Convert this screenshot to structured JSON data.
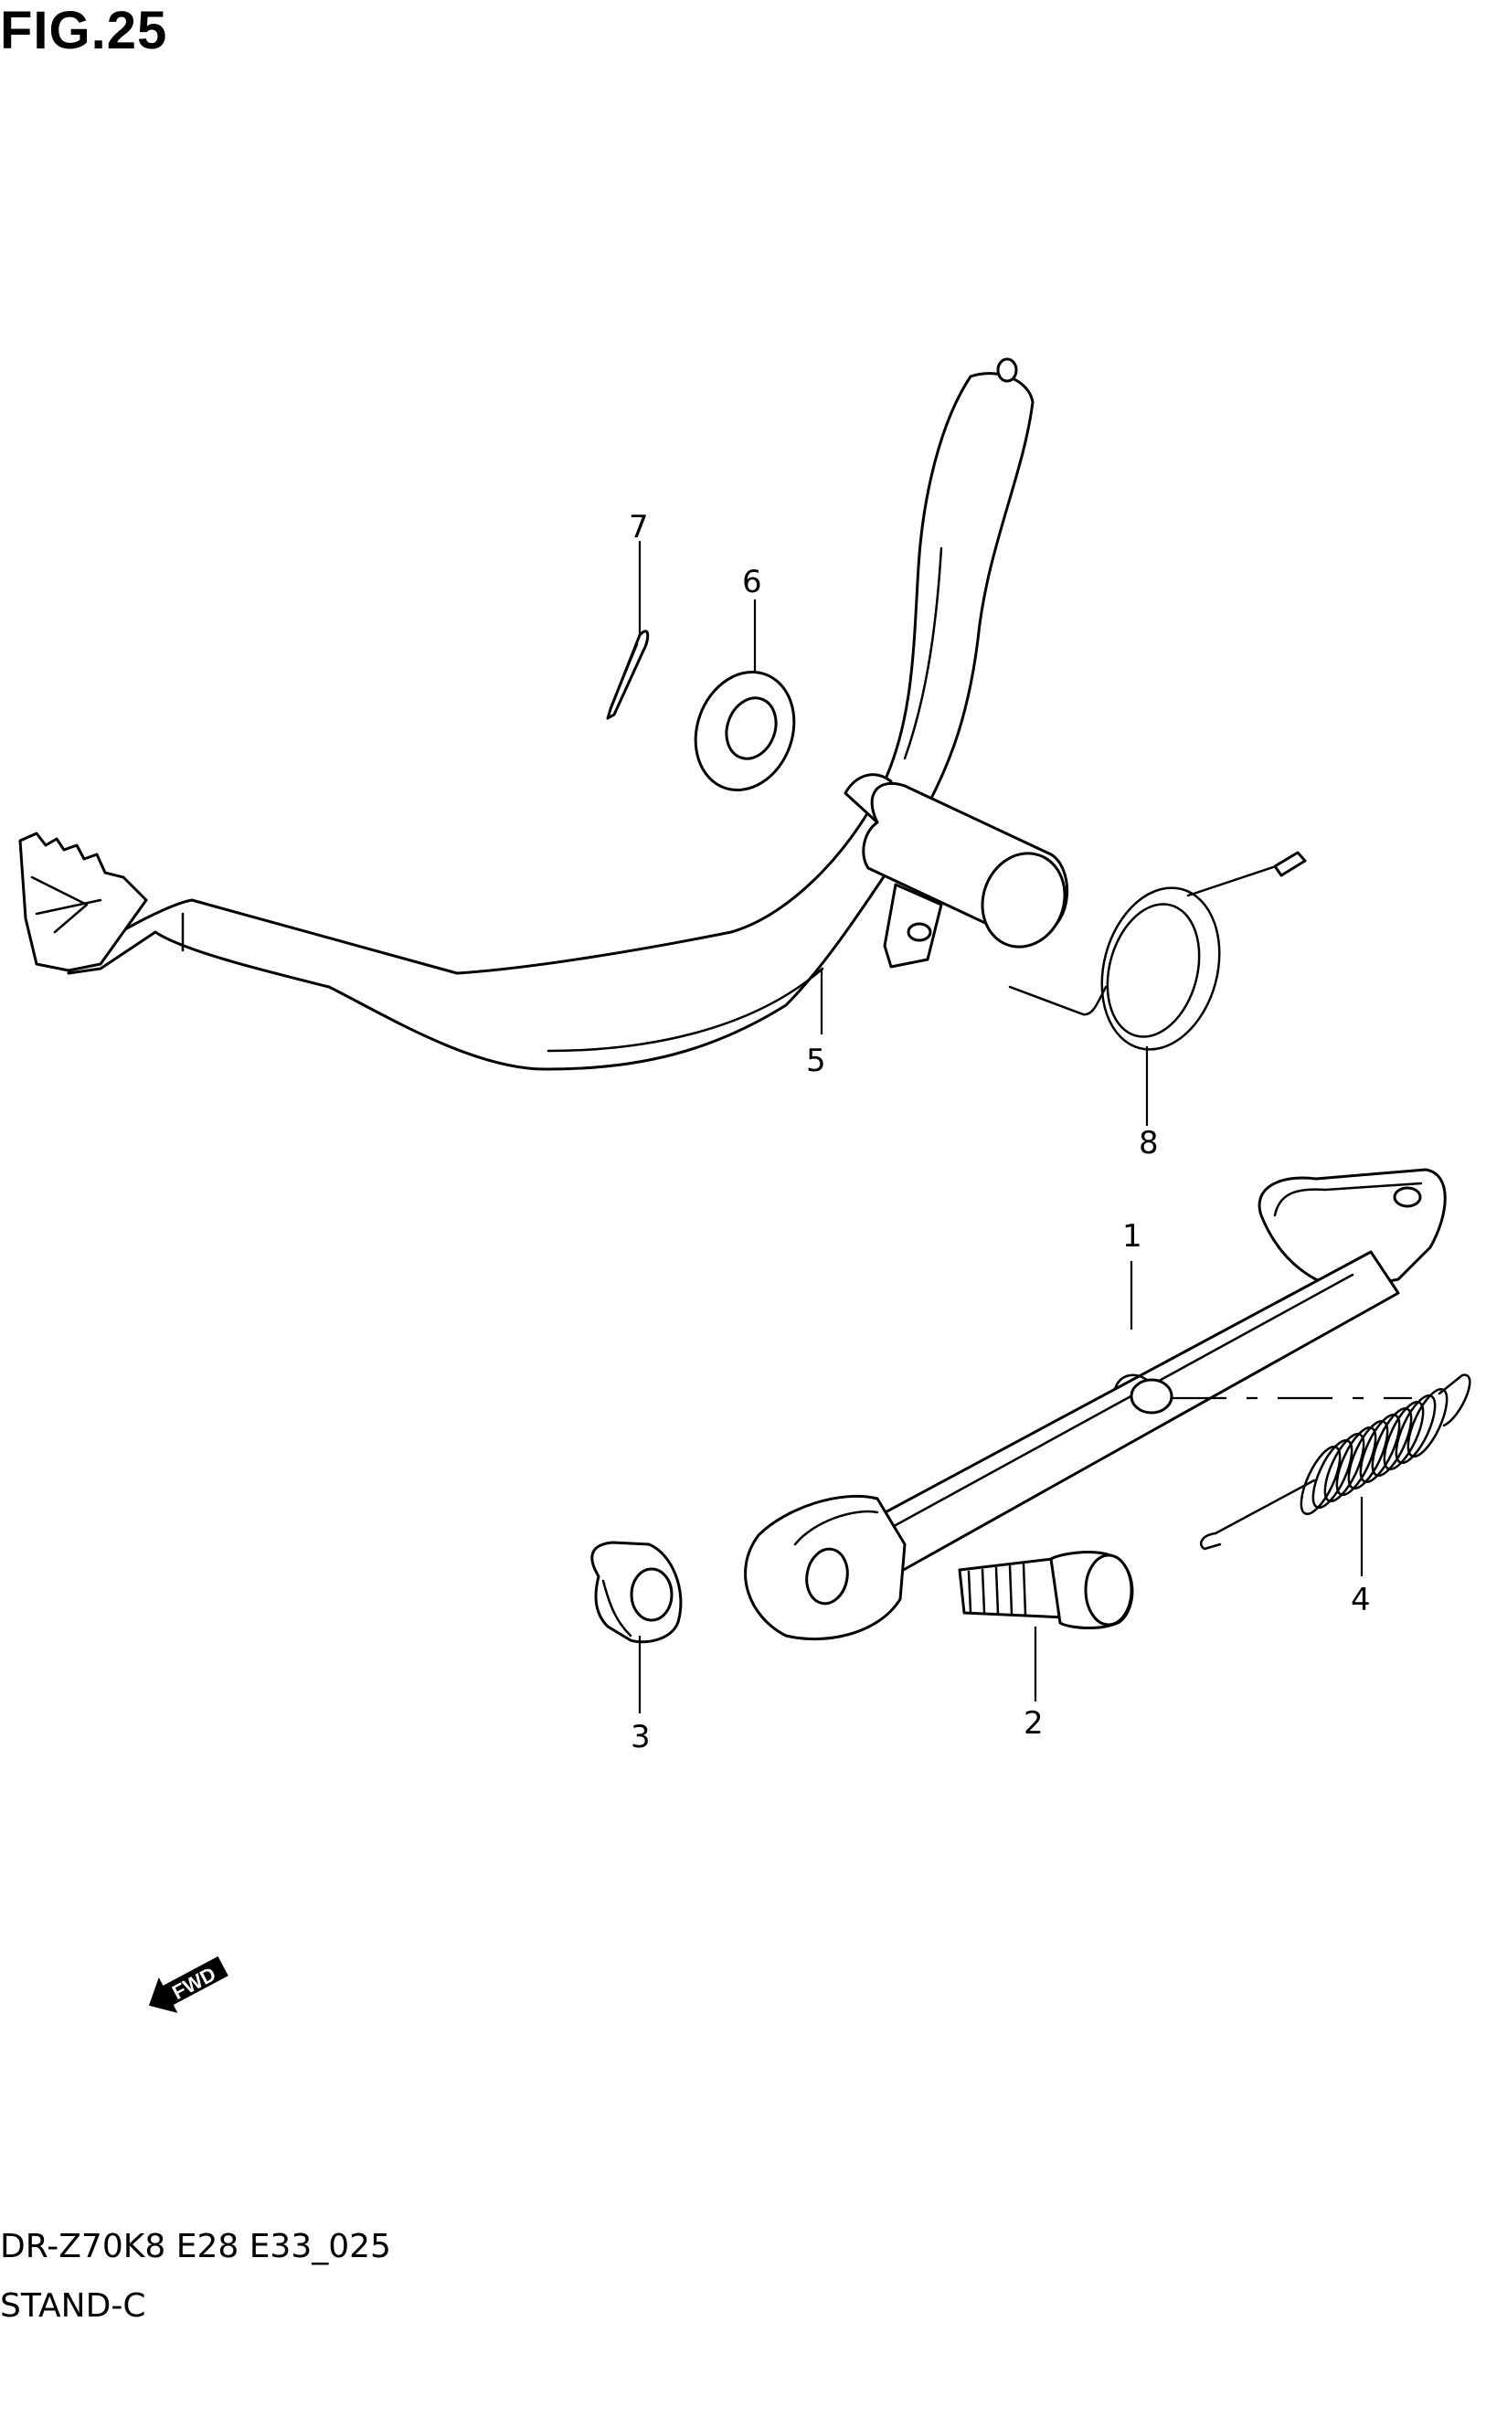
{
  "figure": {
    "title": "FIG.25",
    "model_code": "DR-Z70K8 E28 E33_025",
    "section_name": "STAND-C"
  },
  "callouts": [
    {
      "id": "callout-1",
      "label": "1"
    },
    {
      "id": "callout-2",
      "label": "2"
    },
    {
      "id": "callout-3",
      "label": "3"
    },
    {
      "id": "callout-4",
      "label": "4"
    },
    {
      "id": "callout-5",
      "label": "5"
    },
    {
      "id": "callout-6",
      "label": "6"
    },
    {
      "id": "callout-7",
      "label": "7"
    },
    {
      "id": "callout-8",
      "label": "8"
    }
  ],
  "fwd_indicator": {
    "label": "FWD",
    "icon": "fwd-arrow-icon"
  }
}
